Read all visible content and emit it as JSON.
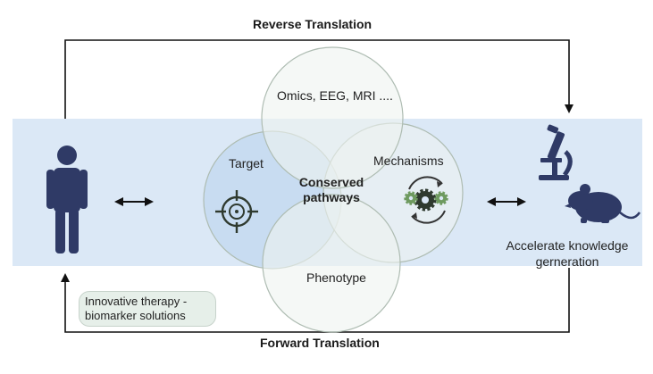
{
  "reverse_translation": "Reverse Translation",
  "forward_translation": "Forward Translation",
  "circles": {
    "omics": "Omics, EEG, MRI ....",
    "target": "Target",
    "mechanisms": "Mechanisms",
    "phenotype": "Phenotype",
    "center": "Conserved pathways"
  },
  "right_caption": "Accelerate knowledge gerneration",
  "left_caption": "Innovative therapy - biomarker solutions",
  "icons": {
    "human": "human-figure-icon",
    "target": "crosshair-target-icon",
    "mechanisms": "gears-cycle-icon",
    "microscope": "microscope-icon",
    "mouse": "mouse-icon"
  },
  "colors": {
    "band": "#dbe8f6",
    "figure": "#2f3a66",
    "arrows": "#111111",
    "target_circle": "#c4d9f0",
    "other_circles": "#eef3f0",
    "circle_stroke": "#aebcb2",
    "gear_dark": "#2f3a2f",
    "gear_green": "#6e9a5f"
  }
}
